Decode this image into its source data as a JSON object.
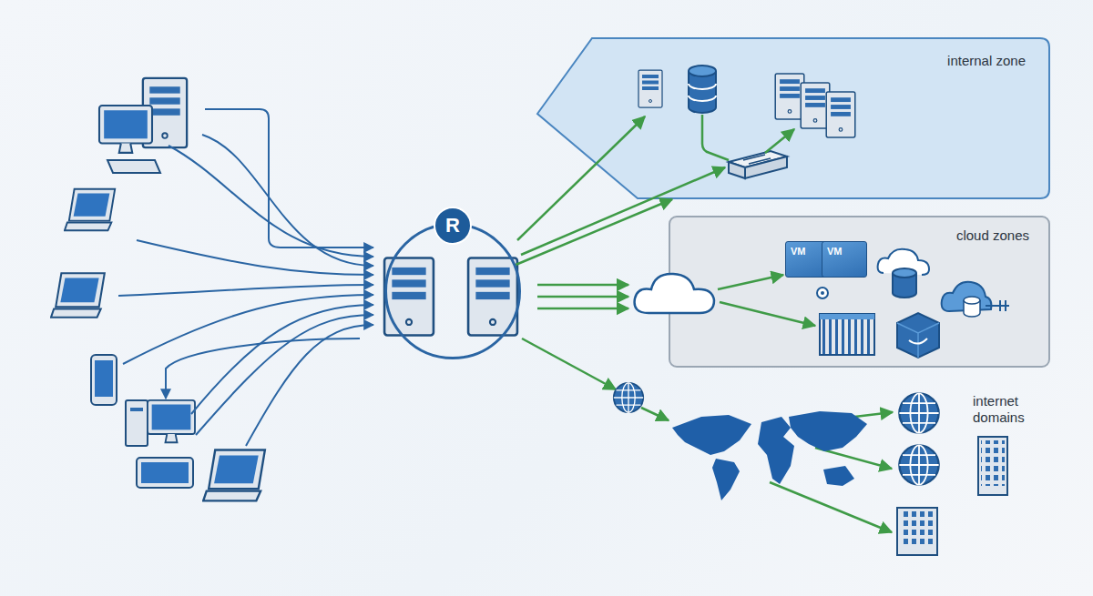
{
  "diagram": {
    "nodes": [
      {
        "text": [
          "R"
        ]
      },
      {
        "text": [
          "internal zone"
        ]
      },
      {
        "text": [
          "cloud zones"
        ]
      },
      {
        "text": [
          "VM"
        ],
        "in": 2
      },
      {
        "text": [
          "VM"
        ],
        "in": 2
      }
    ],
    "edges": [
      {
        "from": 0,
        "to": 1,
        "arrow": "to"
      }
    ],
    "labels": [
      "internet domains"
    ]
  }
}
